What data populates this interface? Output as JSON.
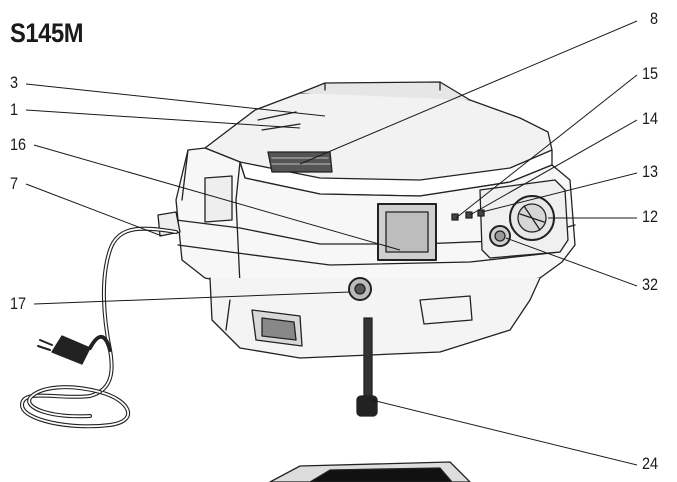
{
  "title": "S145M",
  "callouts": {
    "c3": "3",
    "c1": "1",
    "c16": "16",
    "c7": "7",
    "c17": "17",
    "c8": "8",
    "c15": "15",
    "c14": "14",
    "c13": "13",
    "c12": "12",
    "c32": "32",
    "c24": "24"
  }
}
